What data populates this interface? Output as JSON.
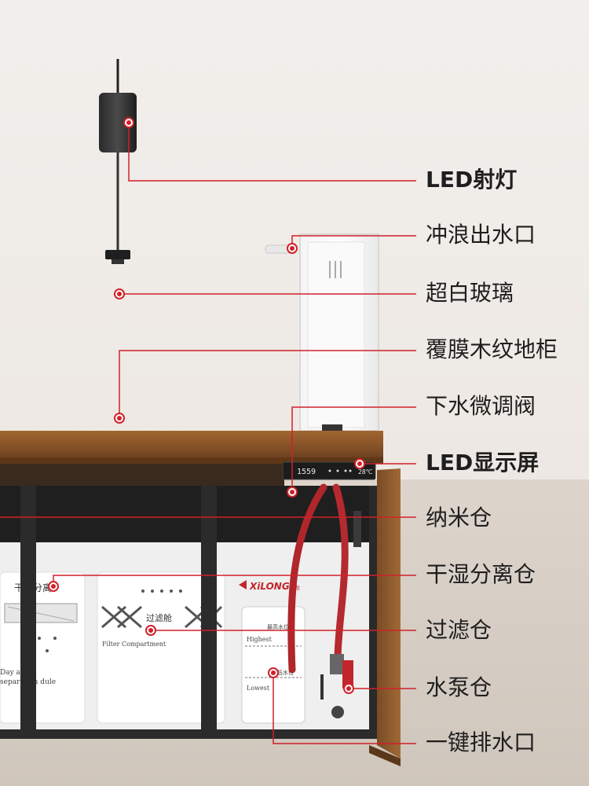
{
  "labels": [
    {
      "id": "led-spotlight",
      "text": "LED射灯",
      "bold": true
    },
    {
      "id": "wave-outlet",
      "text": "冲浪出水口",
      "bold": false
    },
    {
      "id": "ultra-white-glass",
      "text": "超白玻璃",
      "bold": false
    },
    {
      "id": "laminated-wood-cabinet",
      "text": "覆膜木纹地柜",
      "bold": false
    },
    {
      "id": "drain-fine-valve",
      "text": "下水微调阀",
      "bold": false
    },
    {
      "id": "led-display",
      "text": "LED显示屏",
      "bold": true
    },
    {
      "id": "nano-chamber",
      "text": "纳米仓",
      "bold": false
    },
    {
      "id": "dry-wet-separation",
      "text": "干湿分离仓",
      "bold": false
    },
    {
      "id": "filter-chamber",
      "text": "过滤仓",
      "bold": false
    },
    {
      "id": "pump-chamber",
      "text": "水泵仓",
      "bold": false
    },
    {
      "id": "one-key-drain",
      "text": "一键排水口",
      "bold": false
    }
  ],
  "product": {
    "brand_logo": "XiLONG",
    "brand_cn": "西龙",
    "display_reading": "1559",
    "display_unit": "28℃",
    "compartment_1_title": "干湿分离",
    "compartment_1_en_line1": "Day and",
    "compartment_1_en_line2": "separation dule",
    "filter_title_cn": "过滤舱",
    "filter_title_en": "Filter Compartment",
    "pump_highest_cn": "最高水位",
    "pump_highest_en": "Highest",
    "pump_lowest_cn": "最低水位",
    "pump_lowest_en": "Lowest"
  },
  "colors": {
    "accent_red": "#d0212a",
    "wood": "#8a5529",
    "frame": "#2b2b2b"
  }
}
